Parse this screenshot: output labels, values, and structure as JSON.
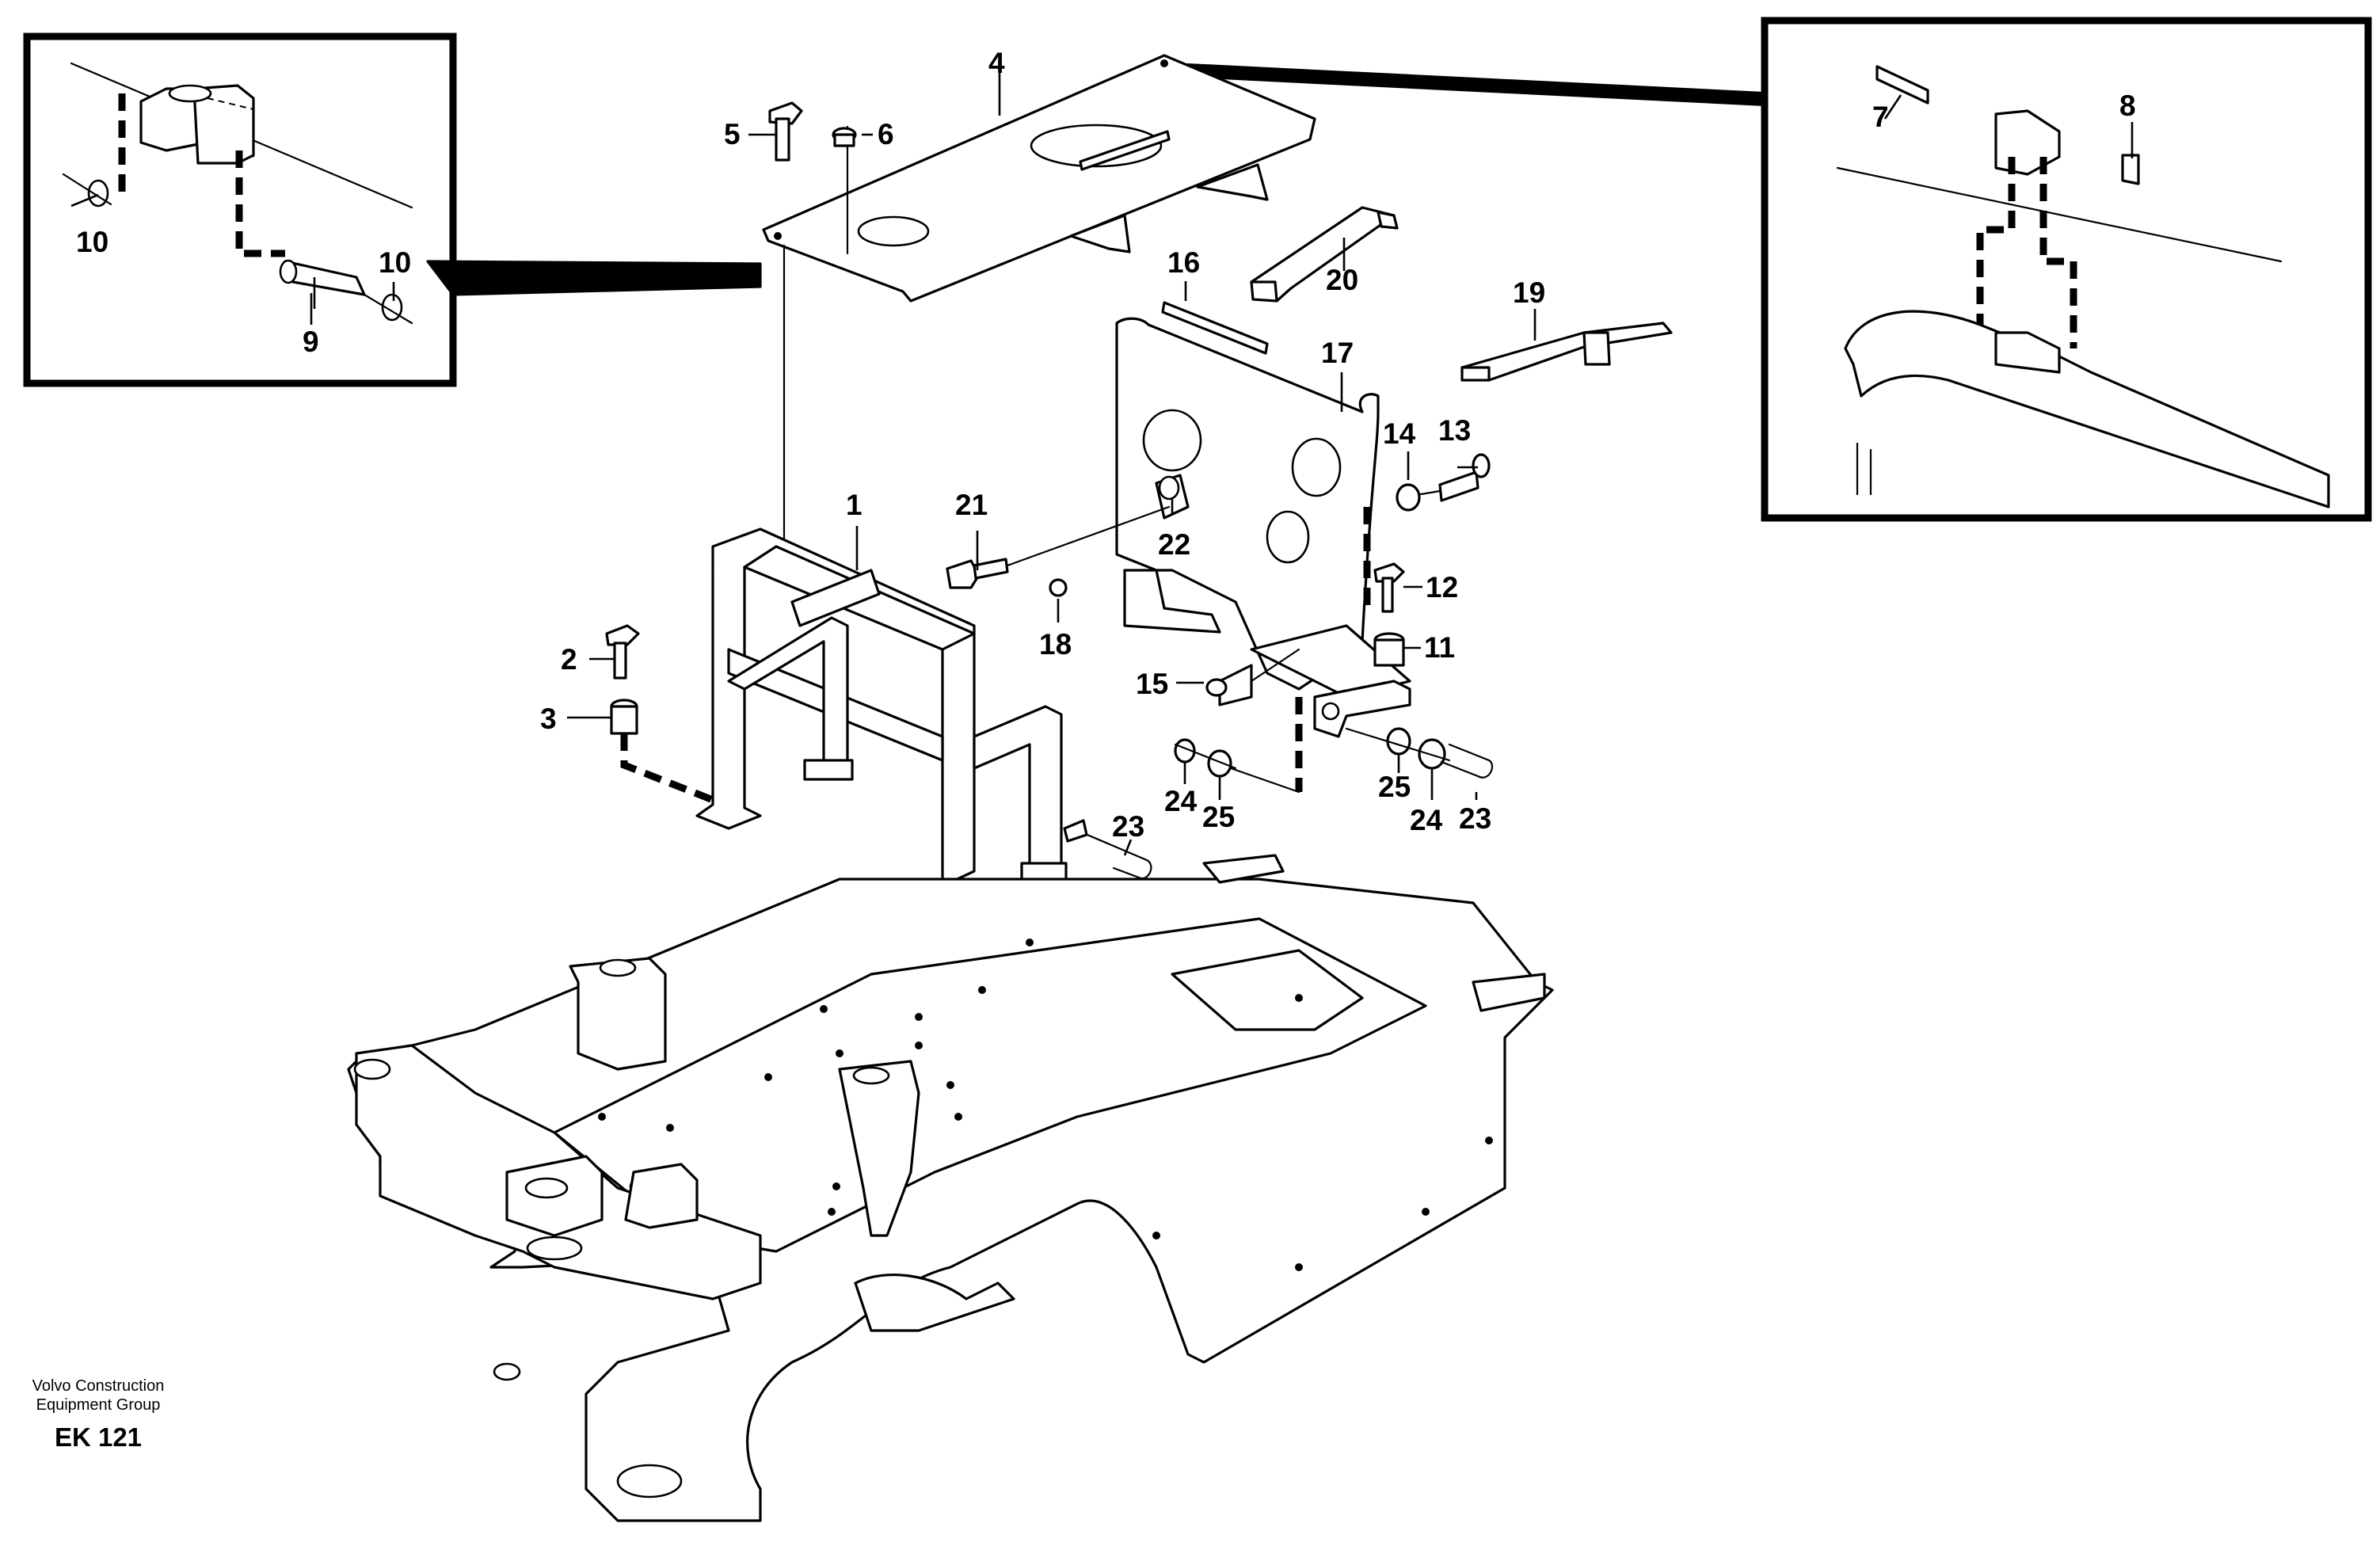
{
  "callouts": {
    "c1": "1",
    "c2": "2",
    "c3": "3",
    "c4": "4",
    "c5": "5",
    "c6": "6",
    "c7": "7",
    "c8": "8",
    "c9": "9",
    "c10a": "10",
    "c10b": "10",
    "c11": "11",
    "c12": "12",
    "c13": "13",
    "c14": "14",
    "c15": "15",
    "c16": "16",
    "c17": "17",
    "c18": "18",
    "c19": "19",
    "c20": "20",
    "c21": "21",
    "c22": "22",
    "c23a": "23",
    "c23b": "23",
    "c24a": "24",
    "c24b": "24",
    "c25a": "25",
    "c25b": "25"
  },
  "footer": {
    "line1": "Volvo Construction",
    "line2": "Equipment Group",
    "code": "EK 121"
  }
}
